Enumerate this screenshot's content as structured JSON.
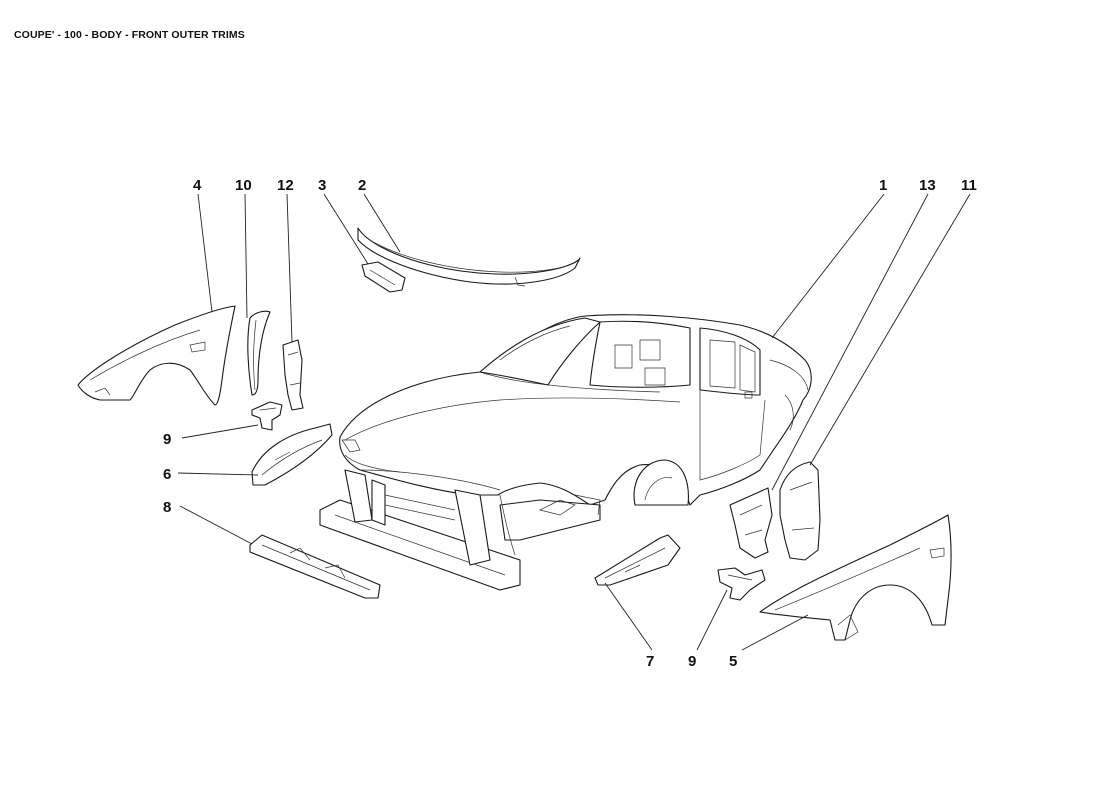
{
  "title": "COUPE' - 100 - BODY - FRONT OUTER TRIMS",
  "callouts": [
    {
      "id": "callout-1",
      "label": "1"
    },
    {
      "id": "callout-13",
      "label": "13"
    },
    {
      "id": "callout-11",
      "label": "11"
    },
    {
      "id": "callout-4",
      "label": "4"
    },
    {
      "id": "callout-10",
      "label": "10"
    },
    {
      "id": "callout-12",
      "label": "12"
    },
    {
      "id": "callout-3",
      "label": "3"
    },
    {
      "id": "callout-2",
      "label": "2"
    },
    {
      "id": "callout-9-left",
      "label": "9"
    },
    {
      "id": "callout-6",
      "label": "6"
    },
    {
      "id": "callout-8",
      "label": "8"
    },
    {
      "id": "callout-7",
      "label": "7"
    },
    {
      "id": "callout-9-right",
      "label": "9"
    },
    {
      "id": "callout-5",
      "label": "5"
    }
  ]
}
